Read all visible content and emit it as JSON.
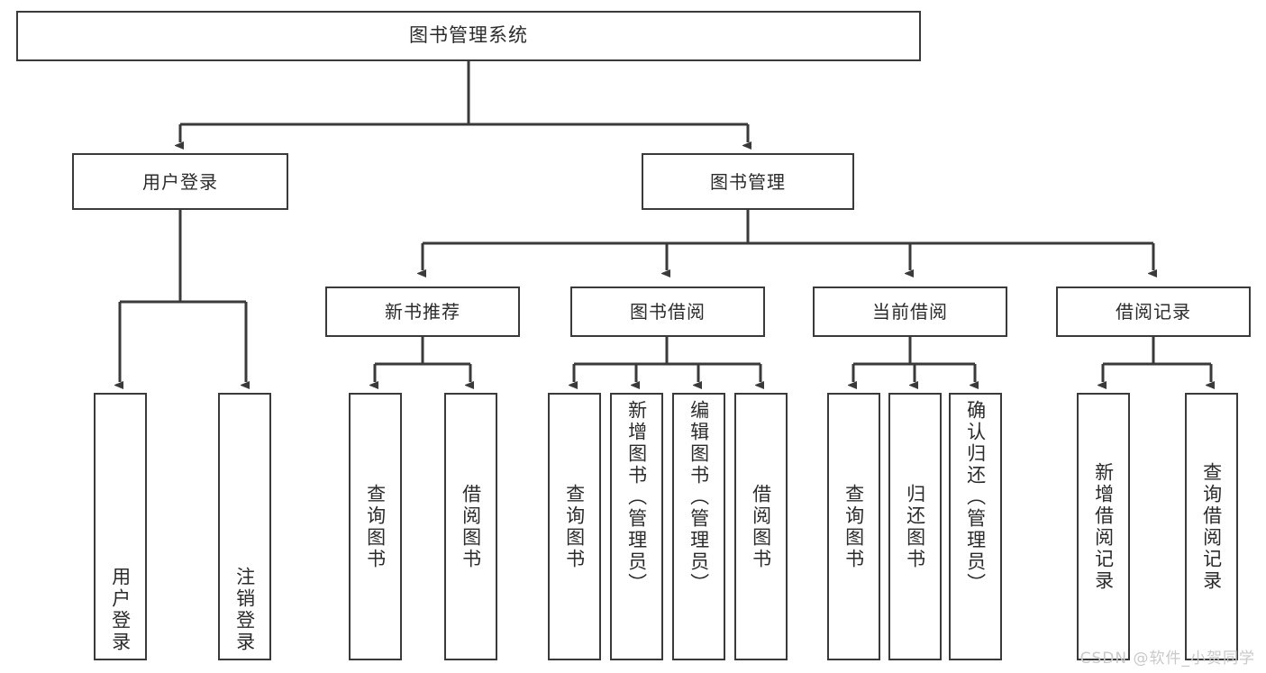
{
  "diagram": {
    "type": "tree-hierarchy",
    "title": "图书管理系统",
    "colors": {
      "stroke": "#3a3a3a",
      "box_fill": "#ffffff",
      "text": "#2b2b2b",
      "background": "#ffffff",
      "watermark": "#c9c9c9"
    },
    "watermark": "CSDN @软件_小贺同学"
  },
  "nodes": {
    "root": {
      "label": "图书管理系统"
    },
    "level2": [
      {
        "label": "用户登录"
      },
      {
        "label": "图书管理"
      }
    ],
    "level3": [
      {
        "label": "新书推荐"
      },
      {
        "label": "图书借阅"
      },
      {
        "label": "当前借阅"
      },
      {
        "label": "借阅记录"
      }
    ],
    "leaves": {
      "user_login": [
        {
          "label": "用户登录"
        },
        {
          "label": "注销登录"
        }
      ],
      "new_book_recommend": [
        {
          "label": "查询图书"
        },
        {
          "label": "借阅图书"
        }
      ],
      "book_borrow": [
        {
          "label": "查询图书"
        },
        {
          "label": "新增图书（管理员）"
        },
        {
          "label": "编辑图书（管理员）"
        },
        {
          "label": "借阅图书"
        }
      ],
      "current_borrow": [
        {
          "label": "查询图书"
        },
        {
          "label": "归还图书"
        },
        {
          "label": "确认归还（管理员）"
        }
      ],
      "borrow_records": [
        {
          "label": "新增借阅记录"
        },
        {
          "label": "查询借阅记录"
        }
      ]
    }
  }
}
